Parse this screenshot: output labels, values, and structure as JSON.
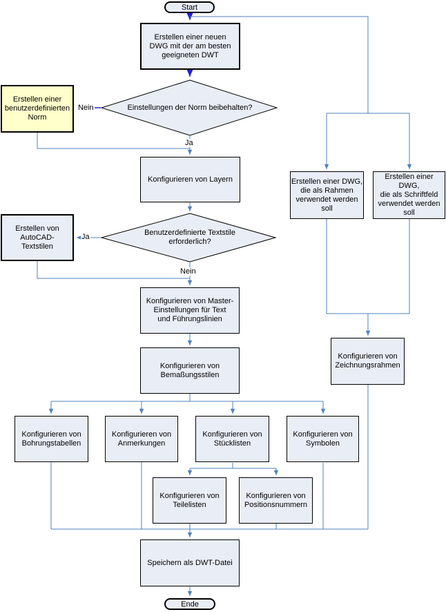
{
  "flowchart": {
    "nodes": {
      "start": "Start",
      "new_dwg": "Erstellen einer neuen\nDWG mit der am besten\ngeeigneten DWT",
      "decision_keep_norm": "Einstellungen der Norm beibehalten?",
      "custom_norm": "Erstellen einer\nbenutzerdefinierten\nNorm",
      "configure_layers": "Konfigurieren von Layern",
      "decision_text_styles": "Benutzerdefinierte Textstile\nerforderlich?",
      "create_text_styles": "Erstellen von\nAutoCAD-\nTextstilen",
      "master_settings": "Konfigurieren von Master-\nEinstellungen für Text\nund Führungslinien",
      "dimension_styles": "Konfigurieren von\nBemaßungsstilen",
      "hole_tables": "Konfigurieren von\nBohrungstabellen",
      "annotations": "Konfigurieren von\nAnmerkungen",
      "bom_lists": "Konfigurieren von\nStücklisten",
      "symbols": "Konfigurieren von\nSymbolen",
      "parts_lists": "Konfigurieren von\nTeilelisten",
      "balloons": "Konfigurieren von\nPositionsnummern",
      "dwg_border": "Erstellen einer DWG,\ndie als Rahmen\nverwendet werden\nsoll",
      "dwg_title_block": "Erstellen einer DWG,\ndie als Schriftfeld\nverwendet werden\nsoll",
      "drawing_borders": "Konfigurieren von\nZeichnungsrahmen",
      "save_dwt": "Speichern als DWT-Datei",
      "end": "Ende"
    },
    "edge_labels": {
      "no1": "Nein",
      "yes1": "Ja",
      "yes2": "Ja",
      "no2": "Nein"
    },
    "colors": {
      "node_fill": "#E9EDF6",
      "highlight_fill": "#FFFFCC",
      "border": "#000000",
      "connector": "#4F81BD",
      "arrow_accent": "#2020E0"
    }
  }
}
